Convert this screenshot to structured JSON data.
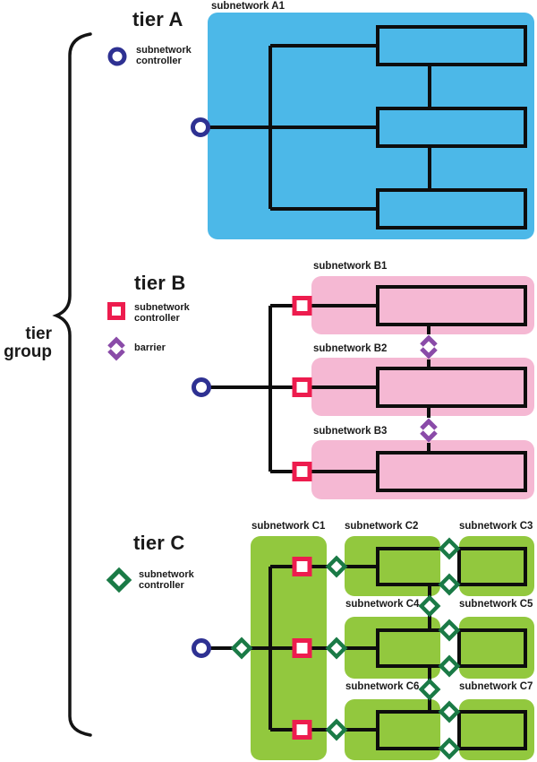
{
  "brace": {
    "label_line1": "tier",
    "label_line2": "group"
  },
  "tier_a": {
    "title": "tier A",
    "legend": {
      "controller_line1": "subnetwork",
      "controller_line2": "controller"
    },
    "subnetworks": {
      "a1": "subnetwork A1"
    }
  },
  "tier_b": {
    "title": "tier B",
    "legend": {
      "controller_line1": "subnetwork",
      "controller_line2": "controller",
      "barrier": "barrier"
    },
    "subnetworks": {
      "b1": "subnetwork B1",
      "b2": "subnetwork B2",
      "b3": "subnetwork B3"
    }
  },
  "tier_c": {
    "title": "tier C",
    "legend": {
      "controller_line1": "subnetwork",
      "controller_line2": "controller"
    },
    "subnetworks": {
      "c1": "subnetwork C1",
      "c2": "subnetwork C2",
      "c3": "subnetwork C3",
      "c4": "subnetwork C4",
      "c5": "subnetwork C5",
      "c6": "subnetwork C6",
      "c7": "subnetwork C7"
    }
  },
  "icons": {
    "tier_a_controller": "circle-outline",
    "tier_b_controller": "square-outline",
    "tier_c_controller": "diamond-outline",
    "barrier": "double-chevron-vertical",
    "group": "curly-brace"
  },
  "colors": {
    "tier_a_fill": "#4cb8e8",
    "tier_b_fill": "#f5b8d3",
    "tier_c_fill": "#92c83e",
    "circle_controller": "#2e3192",
    "square_controller": "#ed1c4e",
    "diamond_controller": "#1a7a46",
    "barrier": "#8a4ba8",
    "line": "#0d0d0d"
  }
}
